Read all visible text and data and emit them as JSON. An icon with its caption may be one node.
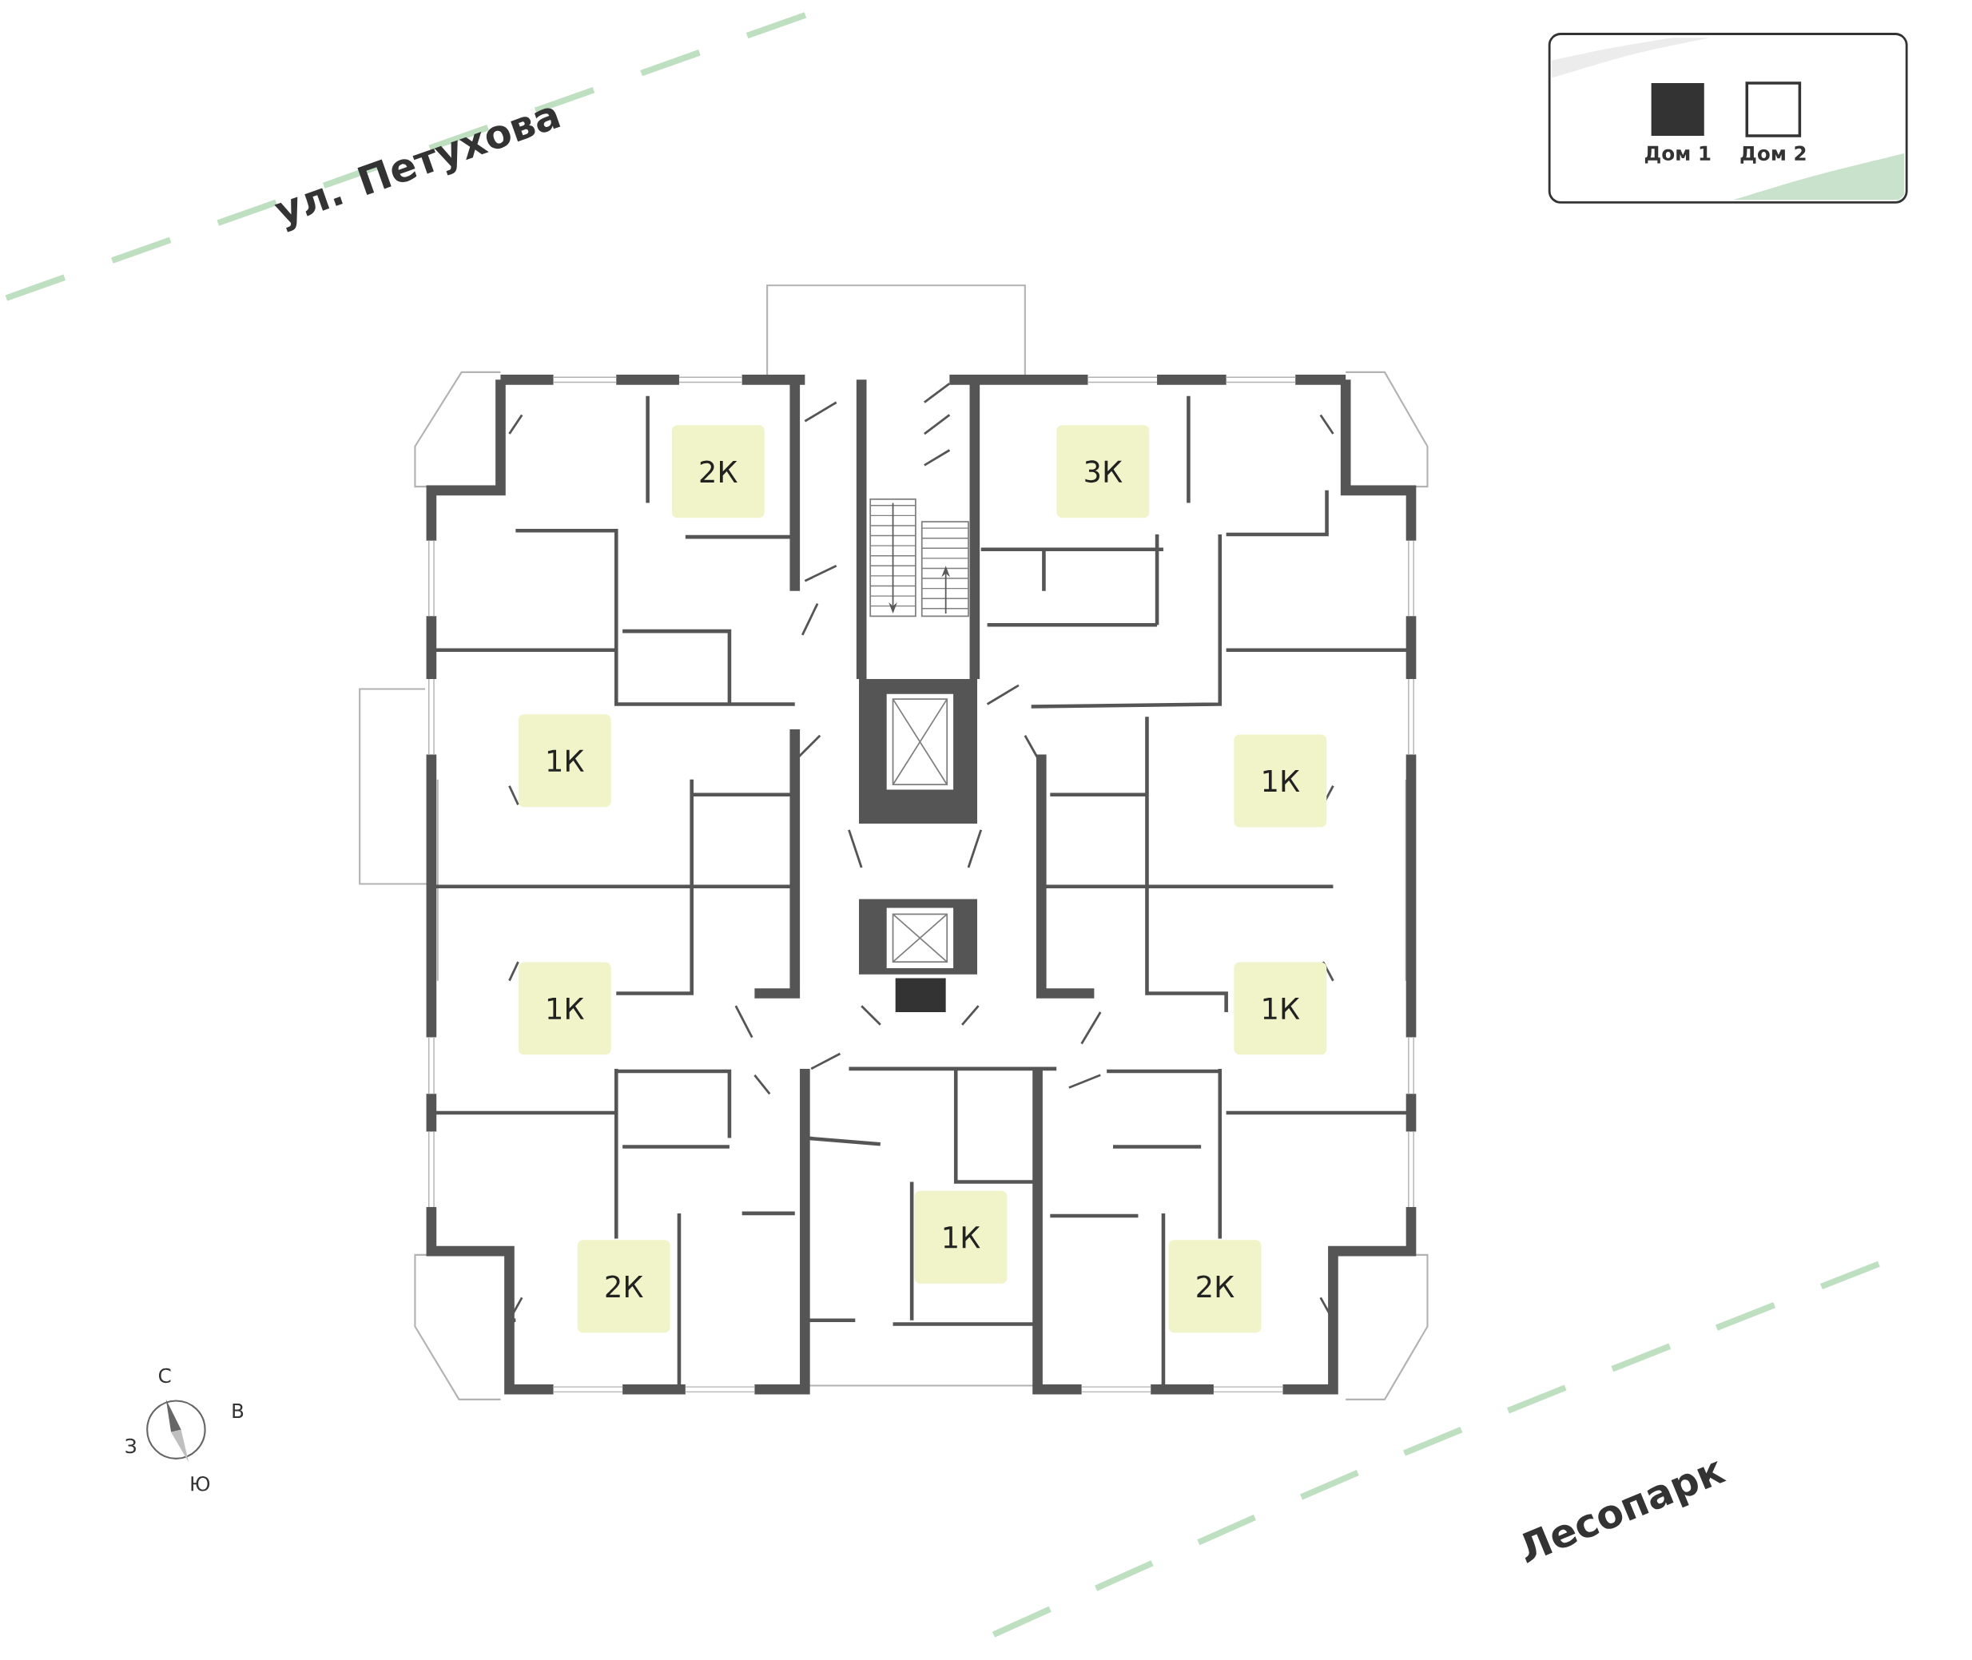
{
  "diagram": {
    "nodes": [
      {
        "text": [
          "2К"
        ]
      },
      {
        "text": [
          "3К"
        ]
      },
      {
        "text": [
          "1К"
        ]
      },
      {
        "text": [
          "1К"
        ]
      },
      {
        "text": [
          "1К"
        ]
      },
      {
        "text": [
          "1К"
        ]
      },
      {
        "text": [
          "1К"
        ]
      },
      {
        "text": [
          "2К"
        ]
      },
      {
        "text": [
          "2К"
        ]
      }
    ],
    "labels": [
      "ул. Петухова",
      "С",
      "В",
      "З",
      "Ю",
      "Лесопарк"
    ],
    "legend": [
      {
        "text": "Дом 1",
        "color": "#333333"
      },
      {
        "text": "Дом 2"
      }
    ]
  }
}
